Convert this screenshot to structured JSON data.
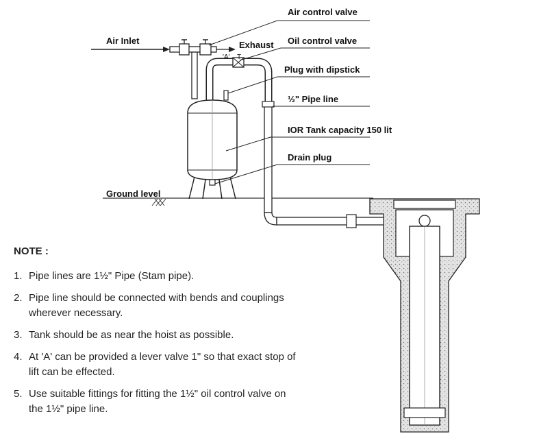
{
  "labels": {
    "air_control_valve": "Air control valve",
    "air_inlet": "Air Inlet",
    "exhaust": "Exhaust",
    "oil_control_valve": "Oil control valve",
    "point_a": "'A'",
    "point_t": "T",
    "plug_with_dipstick": "Plug with dipstick",
    "pipe_line": "½\" Pipe line",
    "ior_tank": "IOR Tank capacity 150 lit",
    "drain_plug": "Drain plug",
    "ground_level": "Ground level"
  },
  "note": {
    "title": "NOTE :",
    "items": [
      {
        "num": "1.",
        "text": "Pipe lines are 1½\" Pipe (Stam pipe)."
      },
      {
        "num": "2.",
        "text": "Pipe line should be connected with bends and couplings wherever necessary."
      },
      {
        "num": "3.",
        "text": "Tank should be as near the hoist as possible."
      },
      {
        "num": "4.",
        "text": "At 'A' can be provided a lever valve 1\" so that exact stop of lift can be effected."
      },
      {
        "num": "5.",
        "text": "Use suitable fittings for fitting the 1½\" oil control valve on the 1½\" pipe line."
      }
    ]
  },
  "colors": {
    "line": "#222222",
    "concrete": "#d9d9d9",
    "background": "#ffffff"
  }
}
